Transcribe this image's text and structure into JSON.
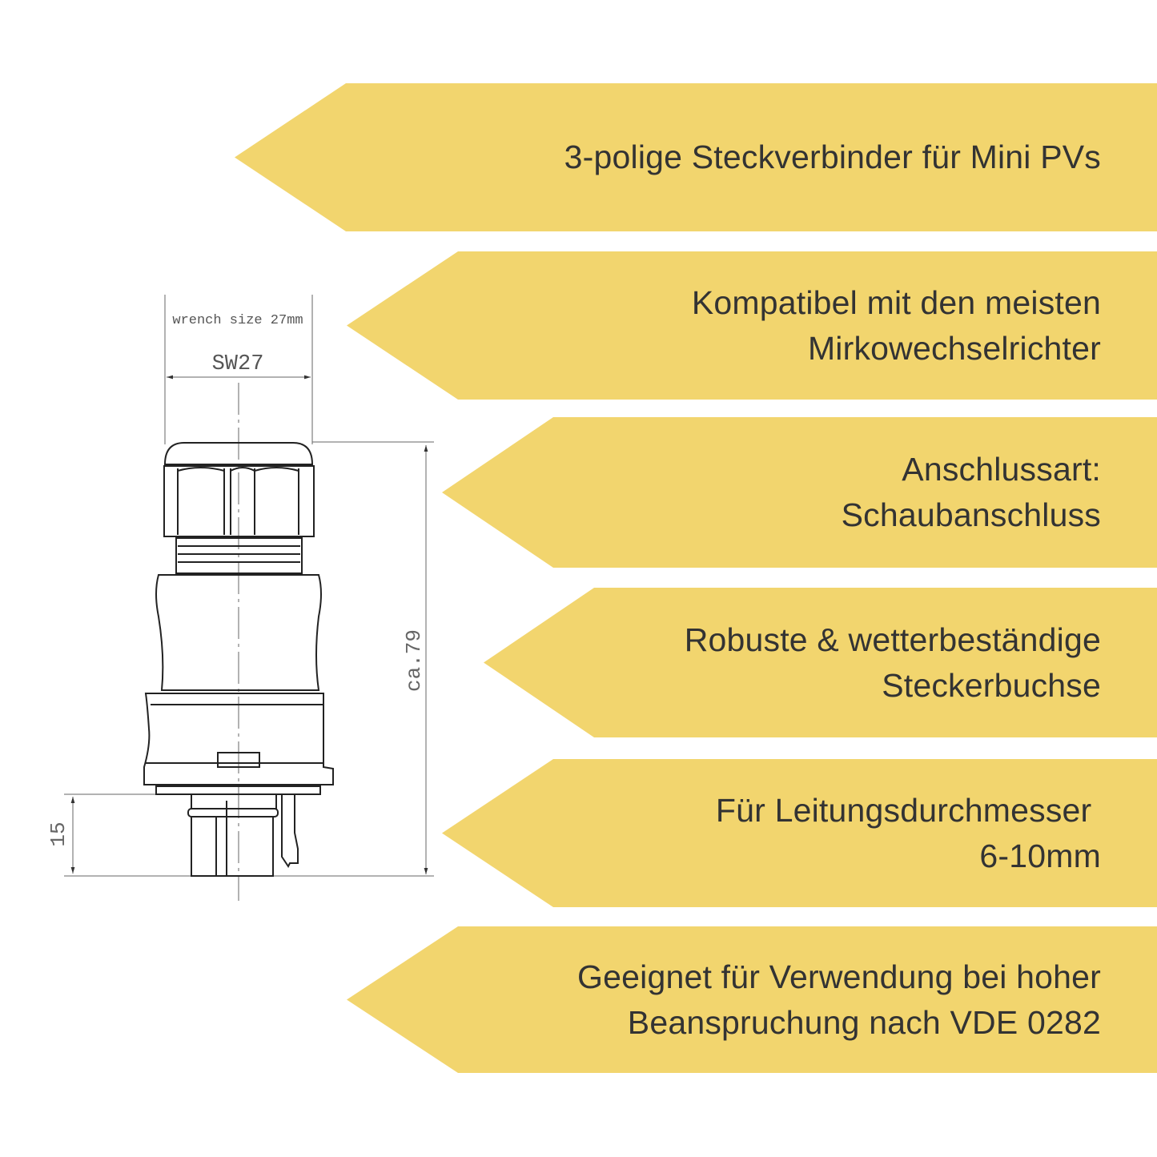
{
  "colors": {
    "banner": "#F2D56E",
    "text": "#333333"
  },
  "banners": [
    {
      "lines": [
        "3-polige Steckverbinder für Mini PVs"
      ]
    },
    {
      "lines": [
        "Kompatibel mit den meisten",
        "Mirkowechselrichter"
      ]
    },
    {
      "lines": [
        "Anschlussart:",
        "Schaubanschluss"
      ]
    },
    {
      "lines": [
        "Robuste & wetterbeständige",
        "Steckerbuchse"
      ]
    },
    {
      "lines": [
        "Für Leitungsdurchmesser ",
        "6-10mm"
      ]
    },
    {
      "lines": [
        "Geeignet für Verwendung bei hoher",
        "Beanspruchung nach VDE 0282"
      ]
    }
  ],
  "drawing": {
    "wrench_label": "wrench size 27mm",
    "sw_label": "SW27",
    "height_label": "ca.79",
    "pin_label": "15"
  }
}
